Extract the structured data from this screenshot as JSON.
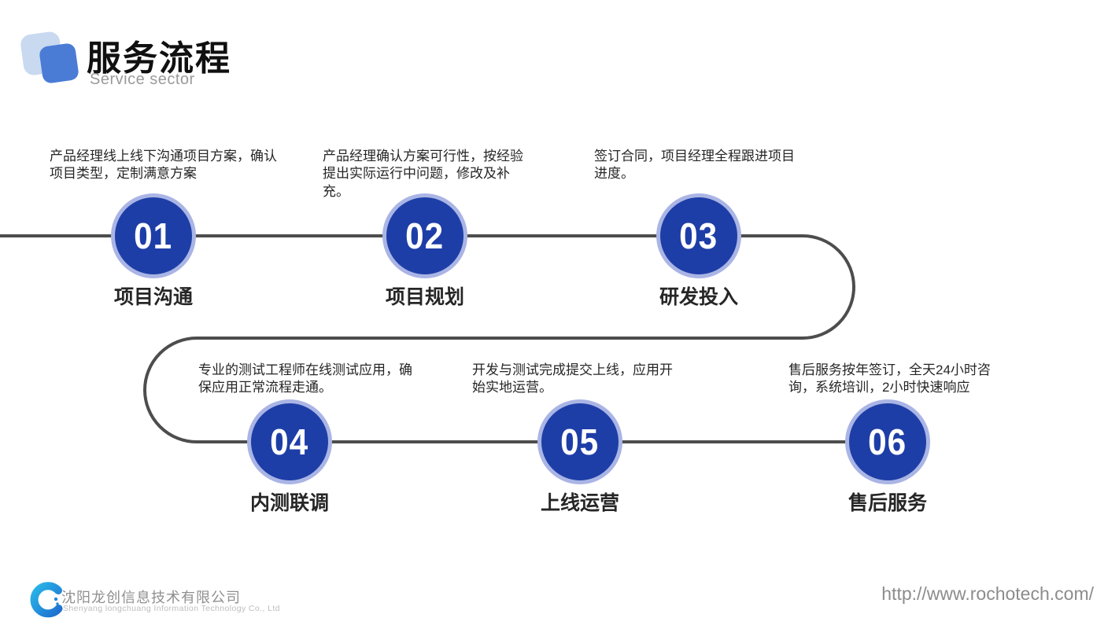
{
  "slide": {
    "title": "服务流程",
    "subtitle": "Service sector"
  },
  "steps": [
    {
      "number": "01",
      "label": "项目沟通",
      "description": "产品经理线上线下沟通项目方案，确认项目类型，定制满意方案"
    },
    {
      "number": "02",
      "label": "项目规划",
      "description": "产品经理确认方案可行性，按经验提出实际运行中问题，修改及补充。"
    },
    {
      "number": "03",
      "label": "研发投入",
      "description": "签订合同，项目经理全程跟进项目进度。"
    },
    {
      "number": "04",
      "label": "内测联调",
      "description": "专业的测试工程师在线测试应用，确保应用正常流程走通。"
    },
    {
      "number": "05",
      "label": "上线运营",
      "description": "开发与测试完成提交上线，应用开始实地运营。"
    },
    {
      "number": "06",
      "label": "售后服务",
      "description": "售后服务按年签订，全天24小时咨询，系统培训，2小时快速响应"
    }
  ],
  "footer": {
    "company_cn": "沈阳龙创信息技术有限公司",
    "company_en": "Shenyang longchuang Information Technology Co., Ltd",
    "url": "http://www.rochotech.com/"
  },
  "colors": {
    "circle_fill": "#1e3ea7",
    "circle_ring": "#aab5e5",
    "connector_line": "#4d4d4d",
    "logo_back": "#c8d9f0",
    "logo_front": "#4a7cd6",
    "title_text": "#101010",
    "subtitle_text": "#9a9a9a"
  }
}
